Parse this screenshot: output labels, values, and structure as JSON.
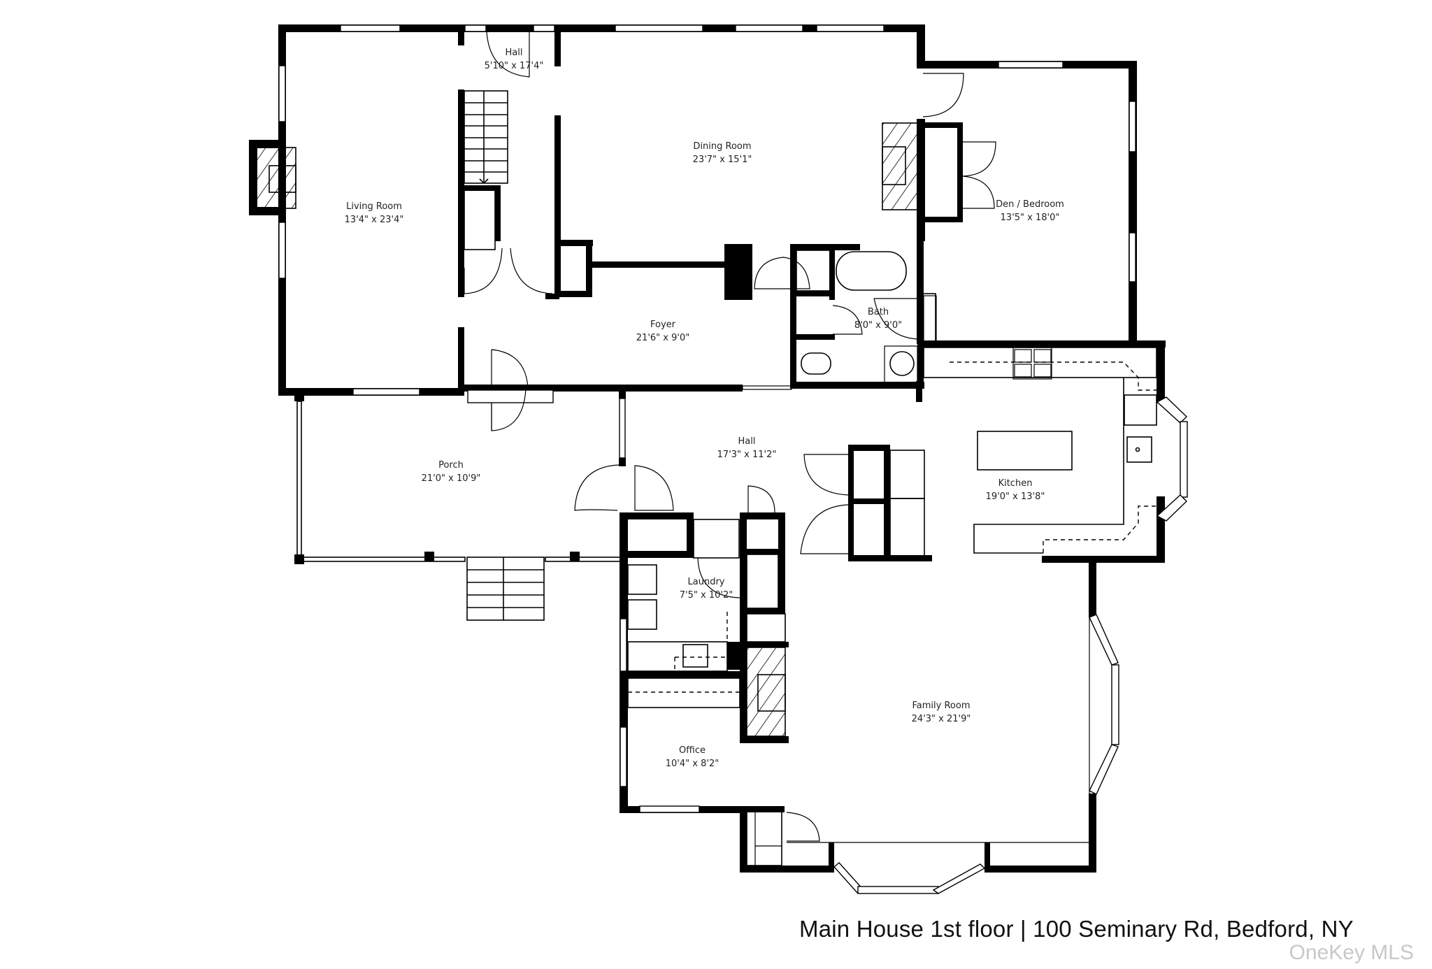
{
  "plan": {
    "caption": "Main House 1st floor | 100 Seminary Rd, Bedford, NY",
    "watermark": "OneKey MLS",
    "colors": {
      "wall": "#000000",
      "background": "#ffffff",
      "label": "#222222",
      "watermark": "#c8c8c8"
    }
  },
  "rooms": [
    {
      "id": "hall-upper",
      "name": "Hall",
      "dims": "5'10\" x 17'4\""
    },
    {
      "id": "living-room",
      "name": "Living Room",
      "dims": "13'4\" x 23'4\""
    },
    {
      "id": "dining-room",
      "name": "Dining Room",
      "dims": "23'7\" x 15'1\""
    },
    {
      "id": "den-bedroom",
      "name": "Den / Bedroom",
      "dims": "13'5\" x 18'0\""
    },
    {
      "id": "foyer",
      "name": "Foyer",
      "dims": "21'6\" x 9'0\""
    },
    {
      "id": "bath",
      "name": "Bath",
      "dims": "8'0\" x 9'0\""
    },
    {
      "id": "porch",
      "name": "Porch",
      "dims": "21'0\" x 10'9\""
    },
    {
      "id": "hall-lower",
      "name": "Hall",
      "dims": "17'3\" x 11'2\""
    },
    {
      "id": "kitchen",
      "name": "Kitchen",
      "dims": "19'0\" x 13'8\""
    },
    {
      "id": "laundry",
      "name": "Laundry",
      "dims": "7'5\" x 10'2\""
    },
    {
      "id": "family-room",
      "name": "Family Room",
      "dims": "24'3\" x 21'9\""
    },
    {
      "id": "office",
      "name": "Office",
      "dims": "10'4\" x 8'2\""
    }
  ]
}
